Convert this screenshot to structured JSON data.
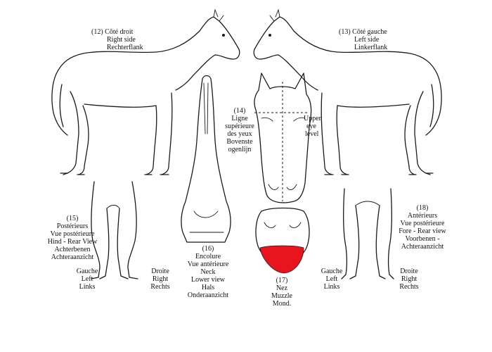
{
  "colors": {
    "ink": "#1a1a1a",
    "muzzle_marking": "#e8141e",
    "background": "#ffffff"
  },
  "views": {
    "right_side": {
      "lines": [
        "(12)  Côté droit",
        "Right side",
        "Rechterflank"
      ]
    },
    "left_side": {
      "lines": [
        "(13) Côté gauche",
        "Left side",
        "Linkerflank"
      ]
    },
    "eye_level": {
      "lines": [
        "(14)",
        "Ligne",
        "supérieure",
        "des yeux",
        "Bovenste",
        "ogenlijn"
      ],
      "side_lines": [
        "Upper",
        "eye",
        "level"
      ]
    },
    "hind_view": {
      "lines": [
        "(15)",
        "Postérieurs",
        "Vue postérieure",
        "Hind - Rear View",
        "Achterbenen",
        "Achteraanzicht"
      ],
      "left_lines": [
        "Gauche",
        "Left",
        "Links"
      ],
      "right_lines": [
        "Droite",
        "Right",
        "Rechts"
      ]
    },
    "neck_view": {
      "lines": [
        "(16)",
        "Encolure",
        "Vue antérieure",
        "Neck",
        "Lower view",
        "Hals",
        "Onderaanzicht"
      ]
    },
    "muzzle_view": {
      "lines": [
        "(17)",
        "Nez",
        "Muzzle",
        "Mond."
      ]
    },
    "fore_view": {
      "lines": [
        "(18)",
        "Antérieurs",
        "Vue postérieure",
        "Fore - Rear view",
        "Voorbenen -",
        "Achteraanzicht"
      ],
      "left_lines": [
        "Gauche",
        "Left",
        "Links"
      ],
      "right_lines": [
        "Droite",
        "Right",
        "Rechts"
      ]
    }
  }
}
